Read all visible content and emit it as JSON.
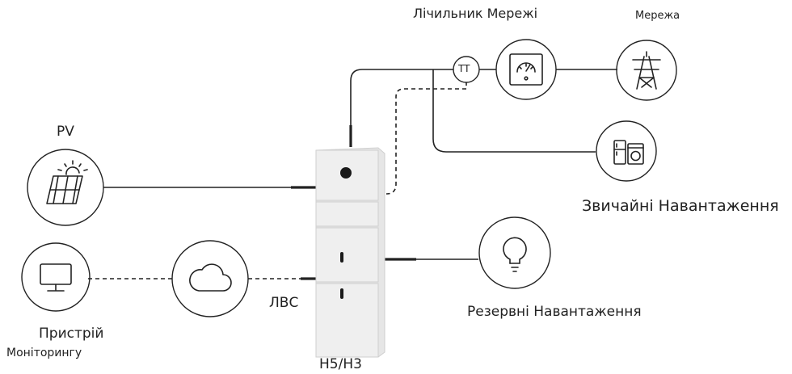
{
  "diagram": {
    "labels": {
      "meter": "Лічильник Мережі",
      "grid": "Мережа",
      "pv": "PV",
      "normal_loads": "Звичайні Навантаження",
      "backup_loads": "Резервні Навантаження",
      "lan": "ЛВС",
      "device_line1": "Пристрій",
      "device_line2": "Моніторингу",
      "unit_model": "H5/H3",
      "ct": "TT"
    },
    "icons": {
      "pv": "solar-panel-sun-icon",
      "monitor": "monitor-icon",
      "cloud": "cloud-icon",
      "meter": "power-meter-icon",
      "grid": "transmission-tower-icon",
      "appliances": "fridge-washer-icon",
      "backup": "light-bulb-icon"
    },
    "colors": {
      "line": "#222222",
      "unit_body": "#ededed",
      "unit_edge": "#cfcfcf"
    }
  }
}
